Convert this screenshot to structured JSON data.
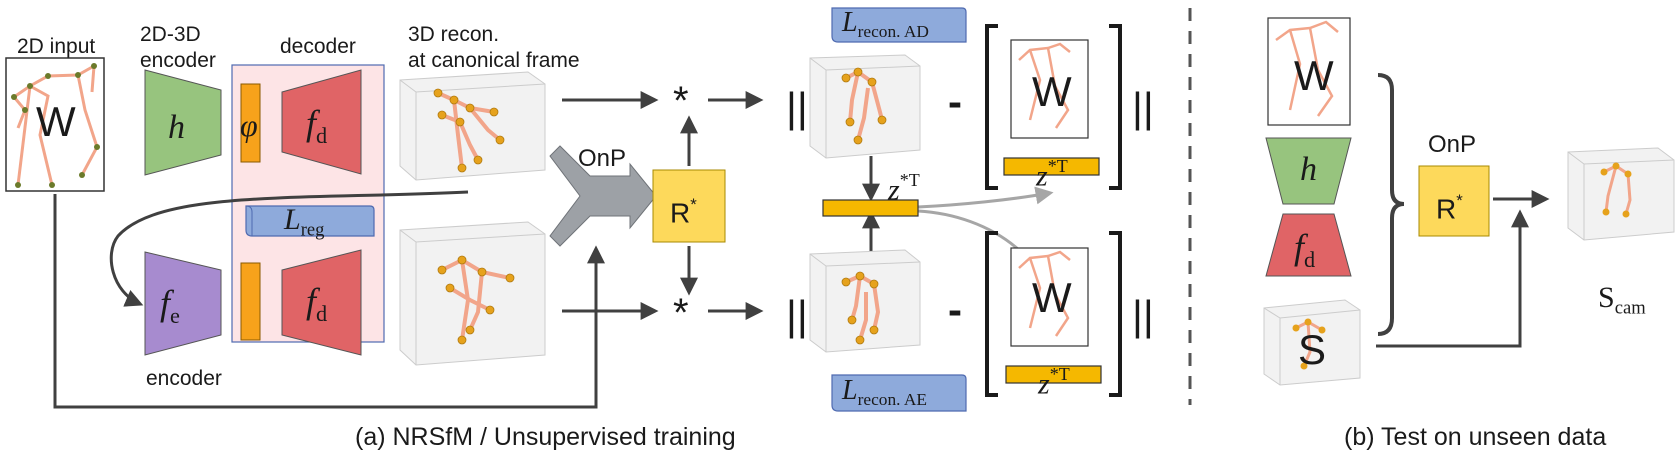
{
  "colors": {
    "encoder_green": "#97c47e",
    "encoder_purple": "#a78bcf",
    "decoder_red": "#e06466",
    "pink_bg": "#fde4e6",
    "phi_orange": "#f7a21b",
    "code_bar": "#f5b800",
    "R_yellow": "#fdd95b",
    "loss_blue": "#8eaadb",
    "onp_gray": "#9da1a6",
    "skeleton_bone": "#f2a58a",
    "skeleton_joint": "#e6a21c",
    "arrow_dark": "#404040",
    "arrow_light": "#a6a6a6"
  },
  "labels": {
    "input_2d": "2D input",
    "encoder_2d3d": "2D-3D\nencoder",
    "decoder": "decoder",
    "recon_3d": "3D recon.\nat canonical frame",
    "W": "W",
    "h": "h",
    "phi": "φ",
    "f_d": "f",
    "f_d_sub": "d",
    "f_e": "f",
    "f_e_sub": "e",
    "L": "L",
    "L_reg_sub": "reg",
    "L_recon_AD_sub": "recon. AD",
    "L_recon_AE_sub": "recon. AE",
    "encoder": "encoder",
    "OnP": "OnP",
    "R_star": "R",
    "star": "*",
    "z": "z",
    "z_sup": "*T",
    "norm": "||",
    "minus": "-",
    "S": "S",
    "S_cam": "S",
    "S_cam_sub": "cam"
  },
  "captions": {
    "left": "(a) NRSfM / Unsupervised training",
    "right": "(b) Test on unseen data"
  }
}
